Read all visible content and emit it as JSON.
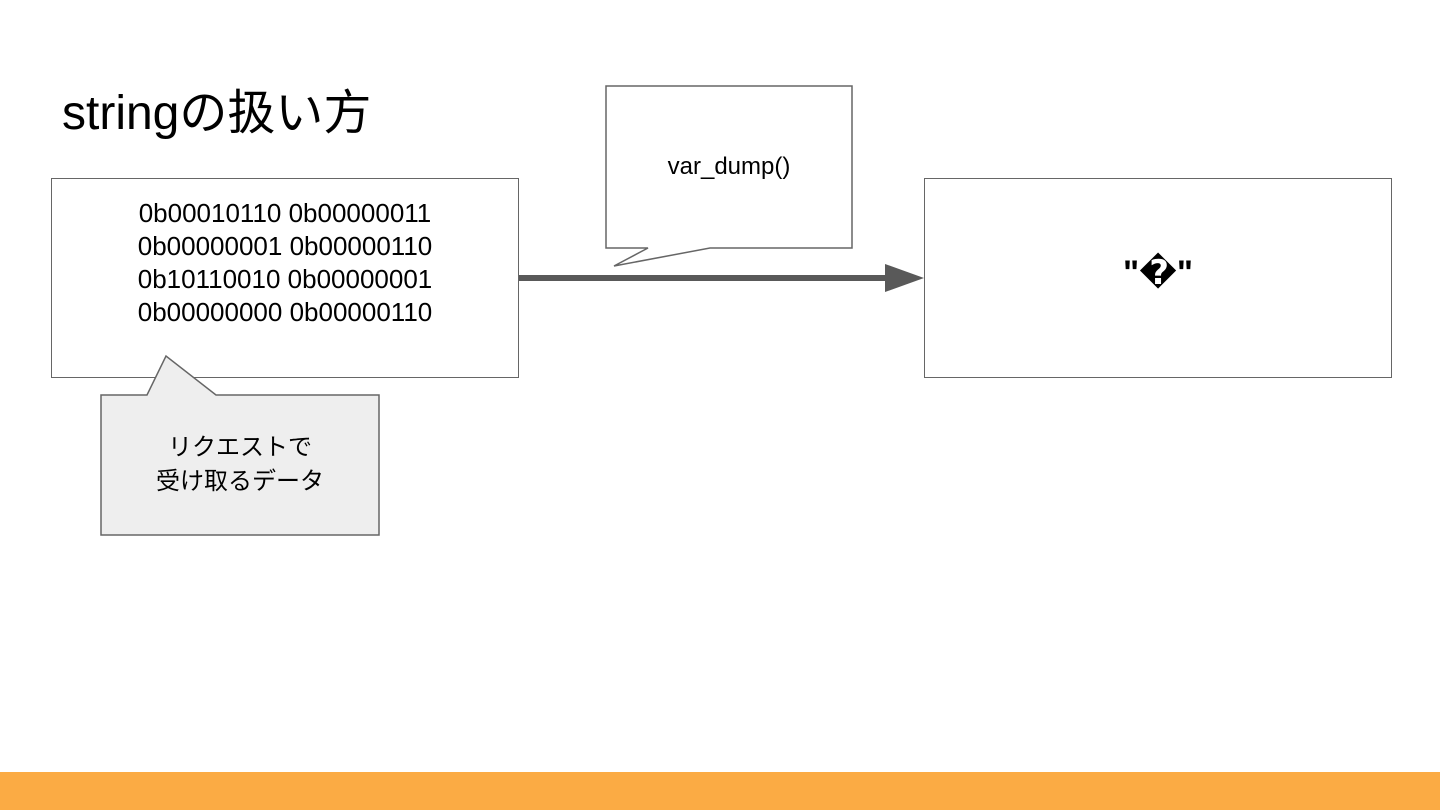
{
  "title": "stringの扱い方",
  "input_box": {
    "lines": [
      "0b00010110 0b00000011",
      "0b00000001 0b00000110",
      "0b10110010 0b00000001",
      "0b00000000 0b00000110"
    ]
  },
  "function_callout": {
    "label": "var_dump()"
  },
  "note_callout": {
    "lines": [
      "リクエストで",
      "受け取るデータ"
    ]
  },
  "output_box": {
    "text": "\"�\""
  },
  "colors": {
    "arrow": "#595959",
    "border": "#666666",
    "note_fill": "#EEEEEE",
    "footer": "#FBAB44"
  }
}
